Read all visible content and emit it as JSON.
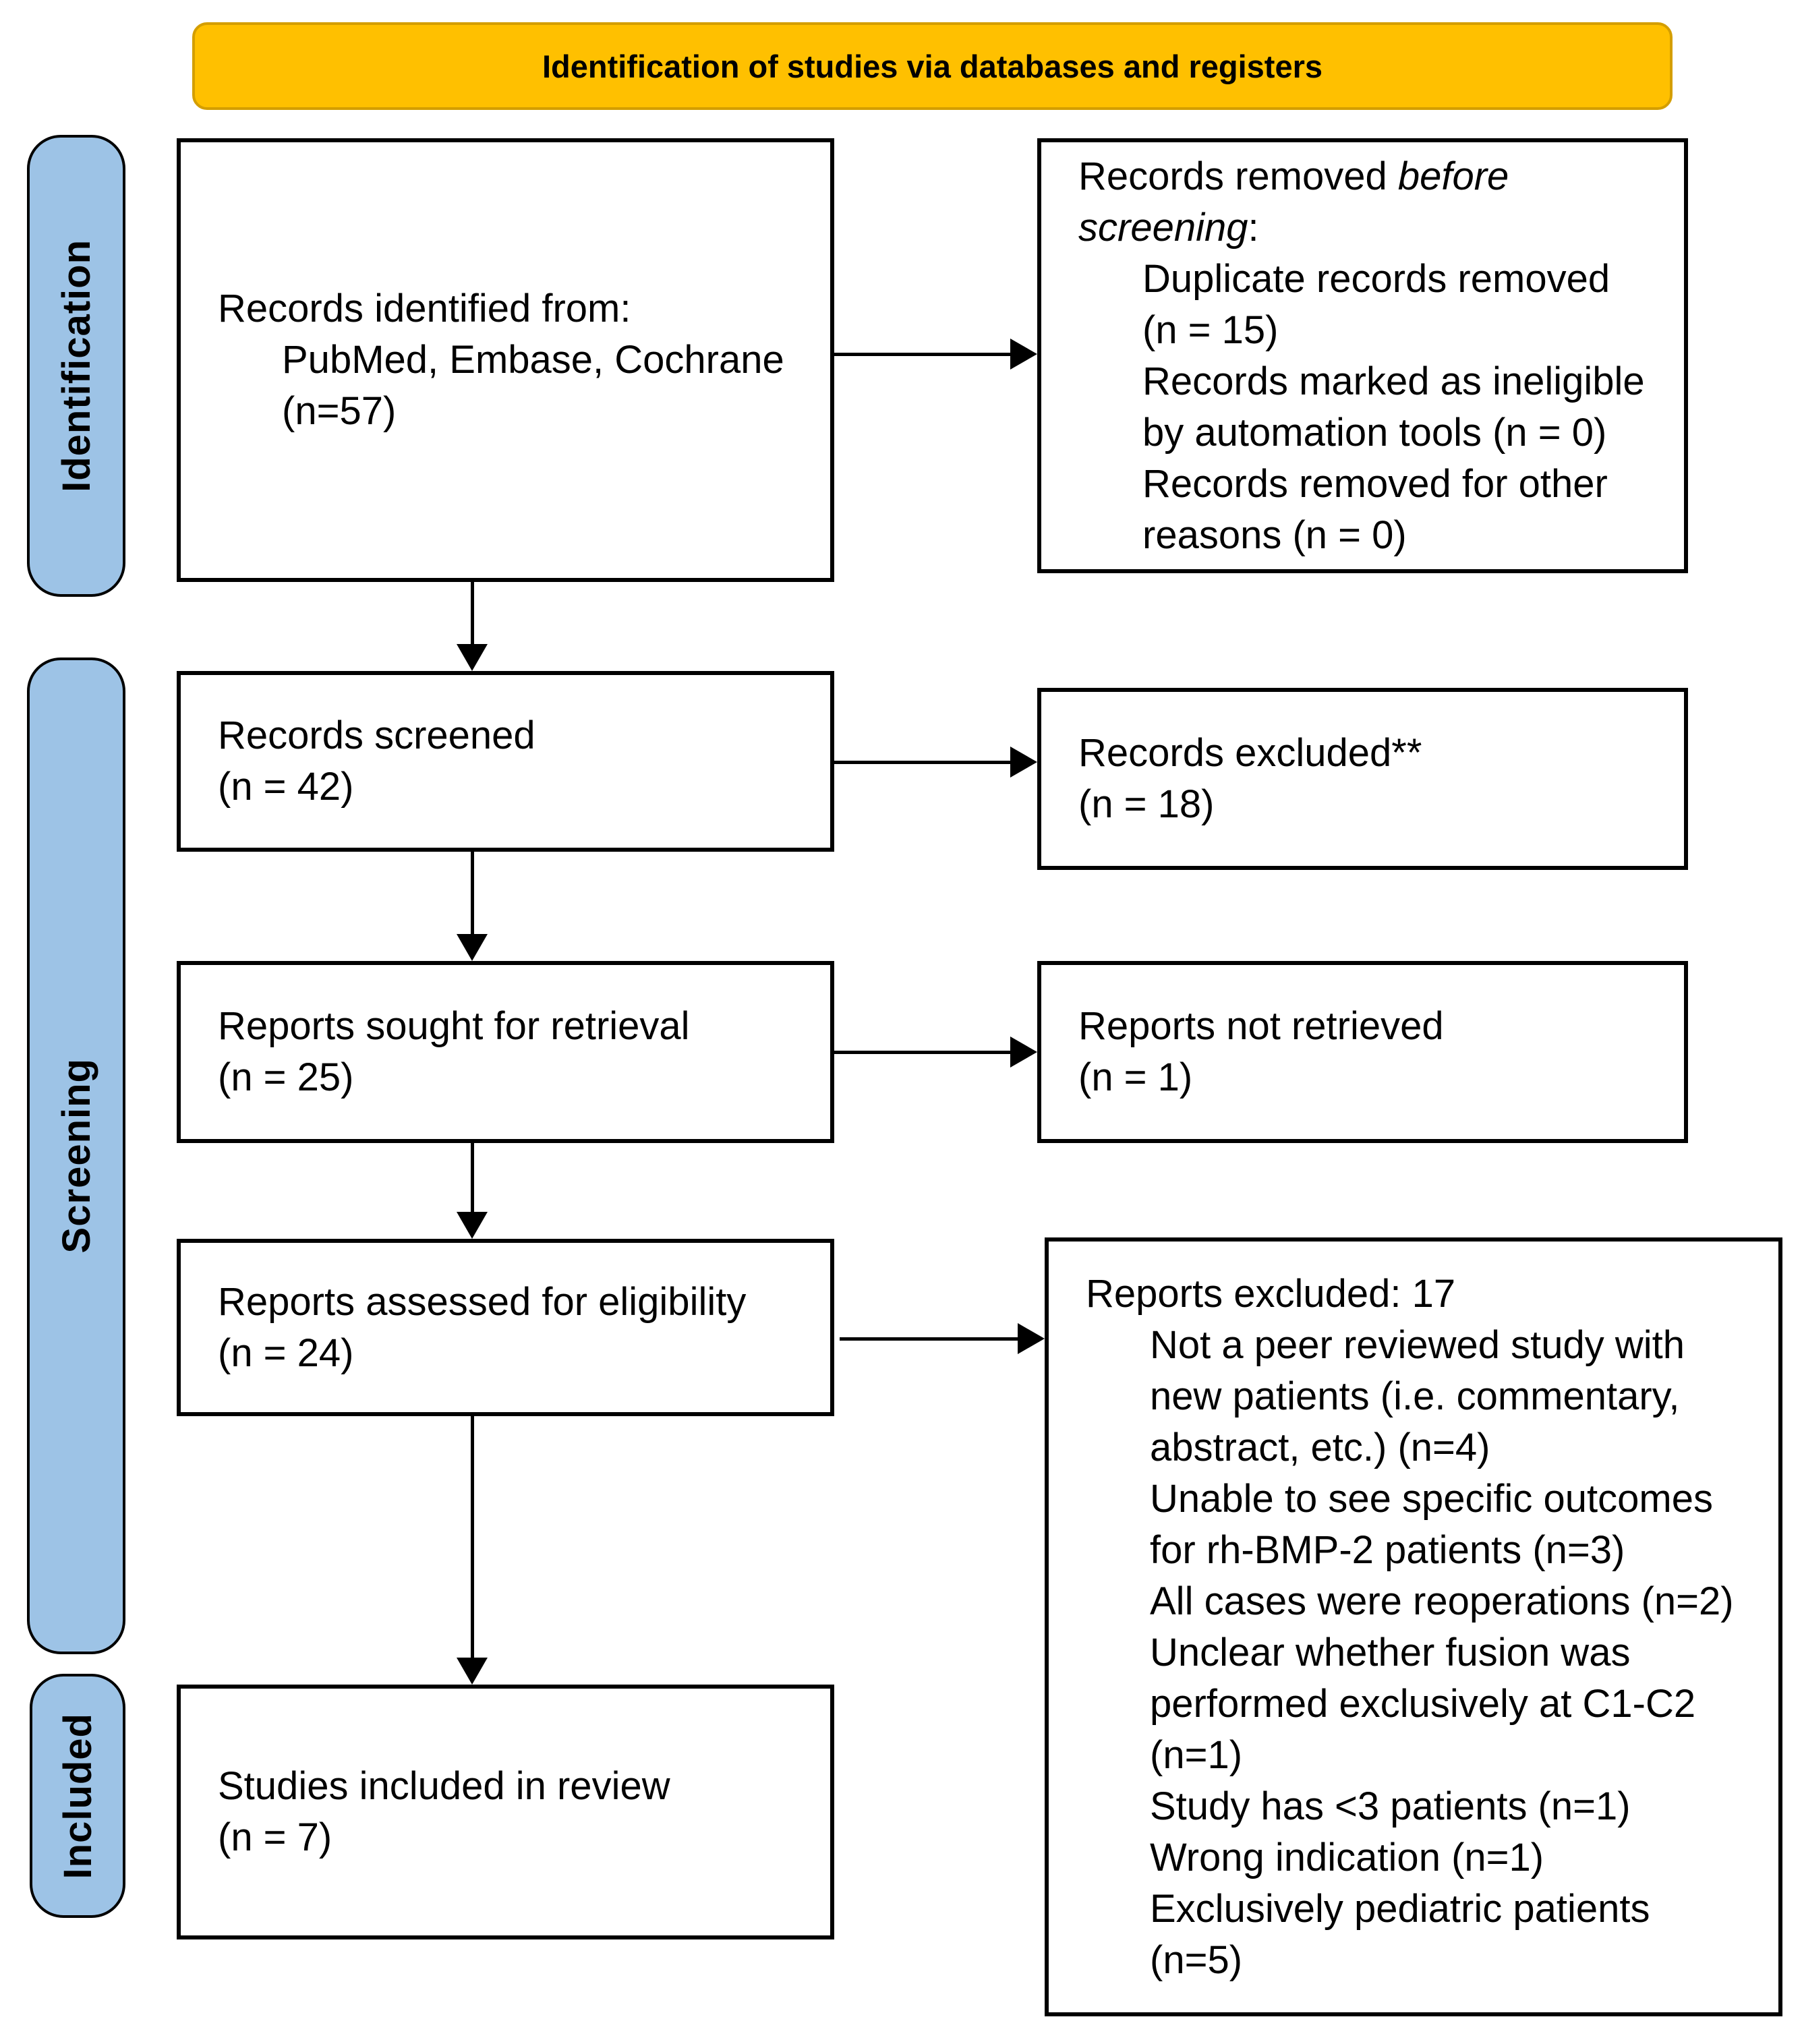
{
  "colors": {
    "header_bg": "#FFC000",
    "sidebar_bg": "#9DC3E6"
  },
  "header": {
    "title": "Identification of studies via databases and registers"
  },
  "sidebar": {
    "identification": "Identification",
    "screening": "Screening",
    "included": "Included"
  },
  "boxes": {
    "records_identified": {
      "line1": "Records identified from:",
      "line2": "PubMed, Embase, Cochrane",
      "line3": "(n=57)"
    },
    "records_removed": {
      "line1_normal": "Records removed ",
      "line1_italic": "before",
      "line2_italic": "screening",
      "line2_normal": ":",
      "item1_l1": "Duplicate records removed",
      "item1_l2": "(n = 15)",
      "item2_l1": "Records marked as ineligible",
      "item2_l2": "by automation tools (n = 0)",
      "item3_l1": "Records removed for other",
      "item3_l2": "reasons (n = 0)"
    },
    "records_screened": {
      "line1": "Records screened",
      "line2": "(n = 42)"
    },
    "records_excluded": {
      "line1": "Records excluded**",
      "line2": "(n = 18)"
    },
    "reports_sought": {
      "line1": "Reports sought for retrieval",
      "line2": "(n = 25)"
    },
    "reports_not_retrieved": {
      "line1": "Reports not retrieved",
      "line2": "(n = 1)"
    },
    "reports_assessed": {
      "line1": "Reports assessed for eligibility",
      "line2": "(n = 24)"
    },
    "reports_excluded": {
      "title": "Reports excluded: 17",
      "reasons": [
        "Not a peer reviewed study with",
        "new patients (i.e. commentary,",
        "abstract, etc.) (n=4)",
        "Unable to see specific outcomes",
        "for rh-BMP-2 patients (n=3)",
        "All cases were reoperations (n=2)",
        "Unclear whether fusion was",
        "performed exclusively at C1-C2",
        "(n=1)",
        "Study has <3 patients (n=1)",
        "Wrong indication (n=1)",
        "Exclusively pediatric patients",
        "(n=5)"
      ]
    },
    "studies_included": {
      "line1": "Studies included in review",
      "line2": "(n = 7)"
    }
  }
}
